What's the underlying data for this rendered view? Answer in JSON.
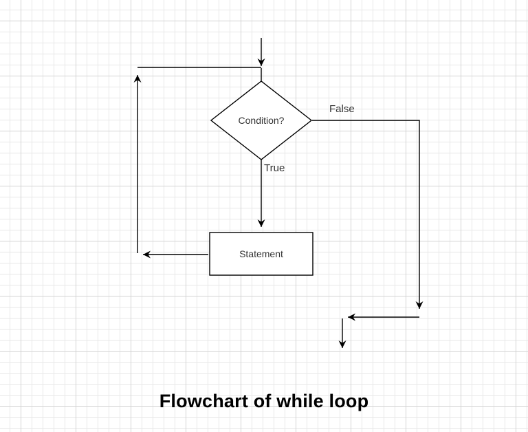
{
  "diagram": {
    "title": "Flowchart of while loop",
    "nodes": {
      "condition": {
        "label": "Condition?",
        "shape": "diamond"
      },
      "statement": {
        "label": "Statement",
        "shape": "rectangle"
      }
    },
    "edges": {
      "true_label": "True",
      "false_label": "False"
    }
  },
  "colors": {
    "background": "#ffffff",
    "grid_minor": "#e7e7e7",
    "grid_major": "#d2d2d2",
    "shape_fill": "#ffffff",
    "line": "#000000",
    "label_text": "#333333",
    "title_text": "#000000"
  }
}
